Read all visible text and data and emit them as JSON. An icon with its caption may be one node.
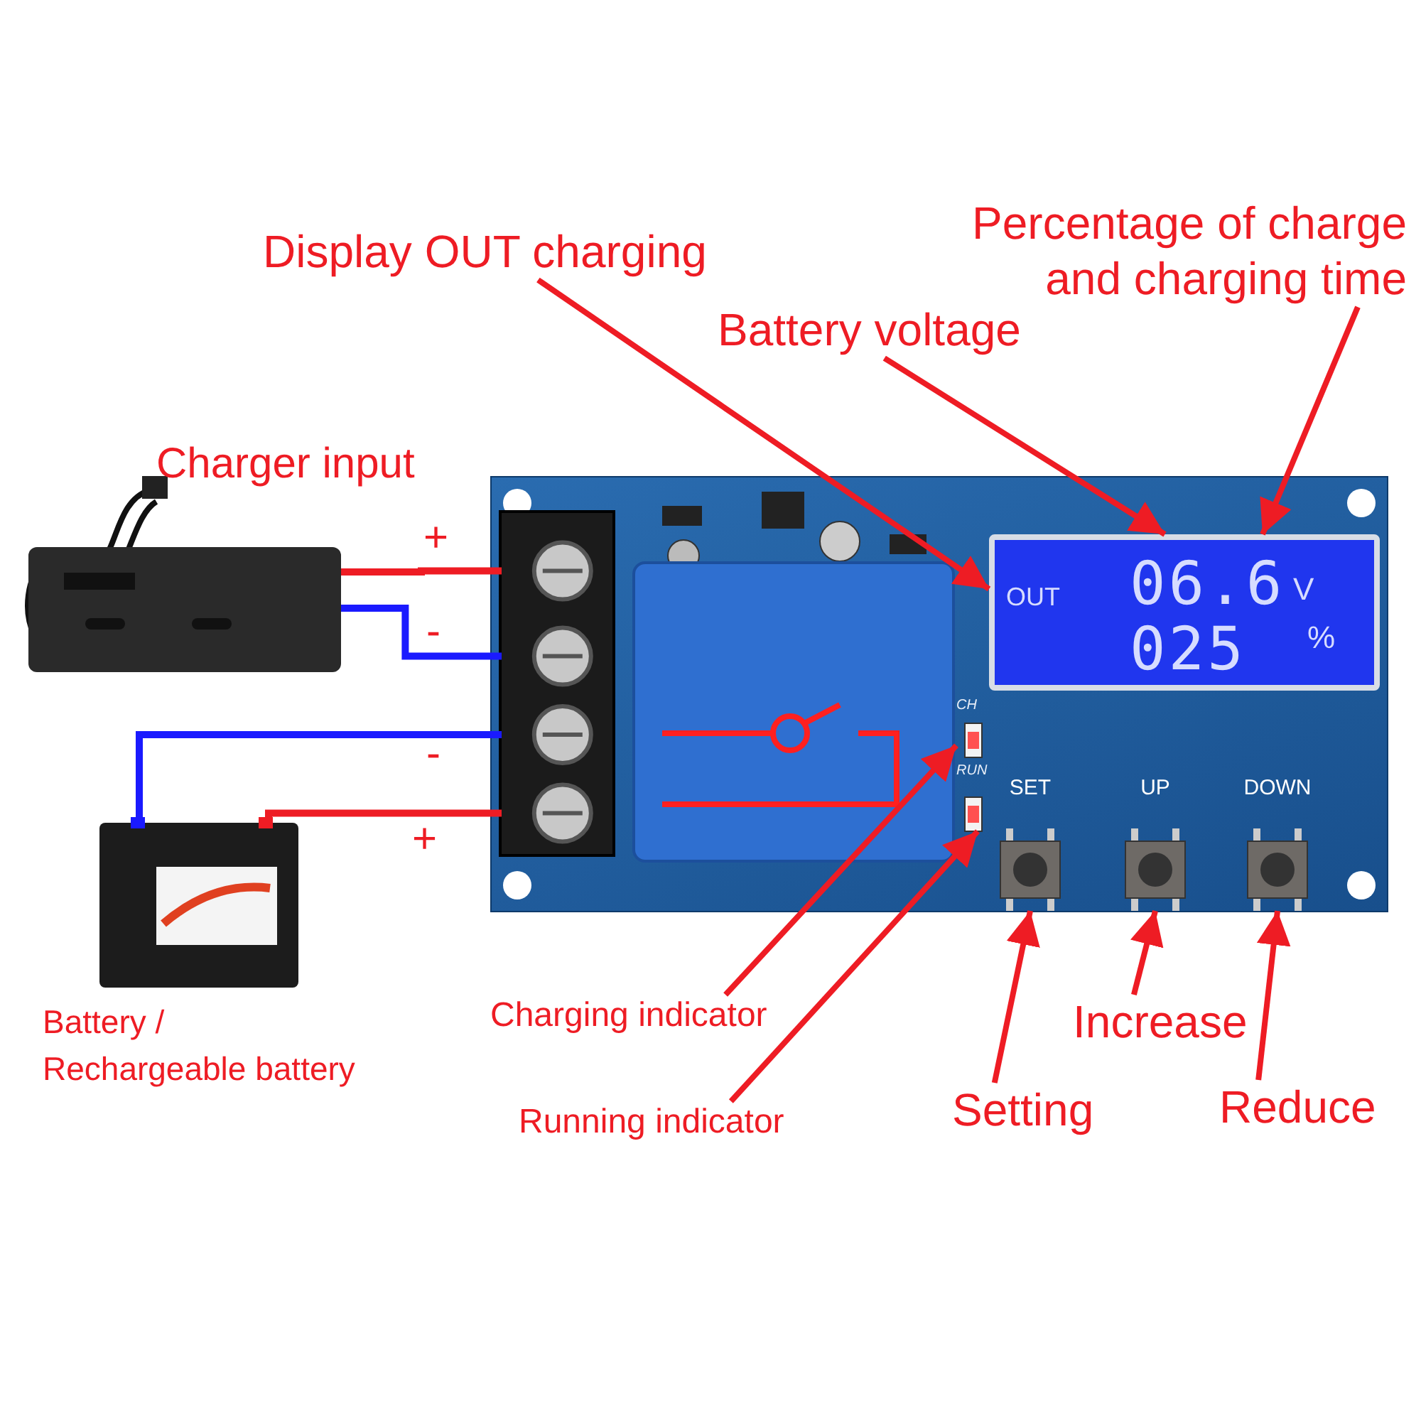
{
  "diagram": {
    "nodes": [
      {
        "text": [
          "Display OUT charging"
        ]
      },
      {
        "text": [
          "Percentage of charge and charging time"
        ]
      },
      {
        "text": [
          "Battery voltage"
        ]
      },
      {
        "text": [],
        "shape": "picture",
        "beside": [
          "Charger input"
        ]
      },
      {
        "text": [],
        "shape": "picture"
      },
      {
        "text": [],
        "shape": "box",
        "in": 4
      },
      {
        "text": [
          "OUT",
          "06.6",
          "V",
          "025",
          "%"
        ],
        "in": 4
      },
      {
        "text": [
          "CH"
        ],
        "in": 4
      },
      {
        "text": [
          "RUN"
        ],
        "in": 4
      },
      {
        "text": [
          "SET"
        ],
        "in": 4
      },
      {
        "text": [
          "UP"
        ],
        "in": 4
      },
      {
        "text": [
          "DOWN"
        ],
        "in": 4
      },
      {
        "text": [],
        "shape": "picture",
        "beside": [
          "Battery / Rechargeable battery"
        ]
      },
      {
        "text": [
          "Charging indicator"
        ]
      },
      {
        "text": [
          "Increase"
        ]
      },
      {
        "text": [
          "Running indicator"
        ]
      },
      {
        "text": [
          "Setting"
        ]
      },
      {
        "text": [
          "Reduce"
        ]
      }
    ],
    "edges": [
      {
        "from": 0,
        "to": 6,
        "arrow": "to"
      },
      {
        "from": 2,
        "to": 6,
        "arrow": "to"
      },
      {
        "from": 1,
        "to": 6,
        "arrow": "to"
      },
      {
        "from": 13,
        "to": 7,
        "arrow": "to"
      },
      {
        "from": 15,
        "to": 8,
        "arrow": "to"
      },
      {
        "from": 16,
        "to": 9,
        "arrow": "to"
      },
      {
        "from": 14,
        "to": 10,
        "arrow": "to"
      },
      {
        "from": 17,
        "to": 11,
        "arrow": "to"
      },
      {
        "from": 3,
        "to": 5,
        "arrow": "none"
      },
      {
        "from": 3,
        "to": 5,
        "arrow": "none",
        "color": "#1a1aff"
      },
      {
        "from": 12,
        "to": 5,
        "arrow": "none",
        "color": "#1a1aff"
      },
      {
        "from": 12,
        "to": 5,
        "arrow": "none"
      }
    ],
    "labels": [
      "+",
      "-",
      "-",
      "+"
    ]
  }
}
